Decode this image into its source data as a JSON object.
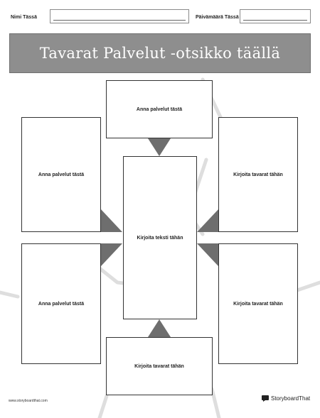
{
  "header": {
    "name_label": "Nimi Tässä",
    "date_label": "Päivämäärä Tässä"
  },
  "title": "Tavarat Palvelut -otsikko täällä",
  "cards": {
    "top": "Anna palvelut tästä",
    "left_top": "Anna palvelut tästä",
    "right_top": "Kirjoita tavarat tähän",
    "center": "Kirjoita teksti tähän",
    "left_bottom": "Anna palvelut tästä",
    "right_bottom": "Kirjoita tavarat tähän",
    "bottom": "Kirjoita tavarat tähän"
  },
  "footer": {
    "url": "www.storyboardthat.com",
    "logo_text": "StoryboardThat",
    "logo_icon": "storyboard-logo-icon"
  },
  "colors": {
    "title_bg": "#8e8e8e",
    "connector": "#6e6e6e",
    "background_lines": "#dcdcdc"
  }
}
